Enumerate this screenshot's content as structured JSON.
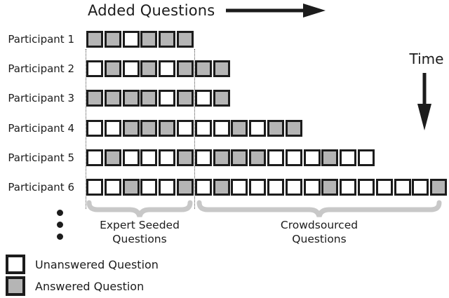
{
  "header": {
    "title": "Added Questions"
  },
  "time": {
    "label": "Time"
  },
  "participants": [
    {
      "label": "Participant 1",
      "cells": [
        "answered",
        "answered",
        "unanswered",
        "answered",
        "answered",
        "answered"
      ]
    },
    {
      "label": "Participant 2",
      "cells": [
        "unanswered",
        "answered",
        "unanswered",
        "answered",
        "unanswered",
        "answered",
        "answered",
        "answered"
      ]
    },
    {
      "label": "Participant 3",
      "cells": [
        "answered",
        "answered",
        "answered",
        "answered",
        "unanswered",
        "answered",
        "unanswered",
        "answered"
      ]
    },
    {
      "label": "Participant 4",
      "cells": [
        "unanswered",
        "unanswered",
        "answered",
        "answered",
        "answered",
        "unanswered",
        "unanswered",
        "unanswered",
        "answered",
        "unanswered",
        "answered",
        "answered"
      ]
    },
    {
      "label": "Participant 5",
      "cells": [
        "unanswered",
        "answered",
        "unanswered",
        "unanswered",
        "unanswered",
        "answered",
        "unanswered",
        "answered",
        "answered",
        "answered",
        "unanswered",
        "unanswered",
        "unanswered",
        "answered",
        "unanswered",
        "unanswered"
      ]
    },
    {
      "label": "Participant 6",
      "cells": [
        "unanswered",
        "unanswered",
        "answered",
        "unanswered",
        "unanswered",
        "answered",
        "unanswered",
        "answered",
        "unanswered",
        "unanswered",
        "unanswered",
        "unanswered",
        "unanswered",
        "answered",
        "unanswered",
        "unanswered",
        "unanswered",
        "unanswered",
        "unanswered",
        "answered"
      ]
    }
  ],
  "groups": {
    "expert": {
      "line1": "Expert Seeded",
      "line2": "Questions",
      "span_cells": 6
    },
    "crowd": {
      "line1": "Crowdsourced",
      "line2": "Questions"
    }
  },
  "legend": [
    {
      "type": "unanswered",
      "label": "Unanswered Question"
    },
    {
      "type": "answered",
      "label": "Answered Question"
    }
  ],
  "colors": {
    "answered_fill": "#b5b5b5",
    "unanswered_fill": "#ffffff",
    "cell_border": "#1c1c1c",
    "brace": "#c8c8c8",
    "text": "#1c1c1c"
  }
}
